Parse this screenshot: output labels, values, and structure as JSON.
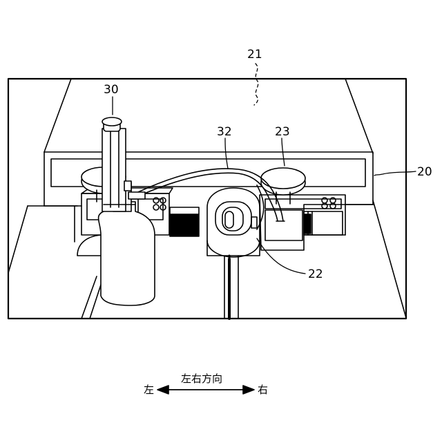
{
  "labels": {
    "ref_21": "21",
    "ref_30": "30",
    "ref_32": "32",
    "ref_23": "23",
    "ref_20": "20",
    "ref_22": "22"
  },
  "direction": {
    "title": "左右方向",
    "left": "左",
    "right": "右"
  },
  "colors": {
    "line": "#000000",
    "background": "#ffffff",
    "dark_block": "#000000"
  }
}
